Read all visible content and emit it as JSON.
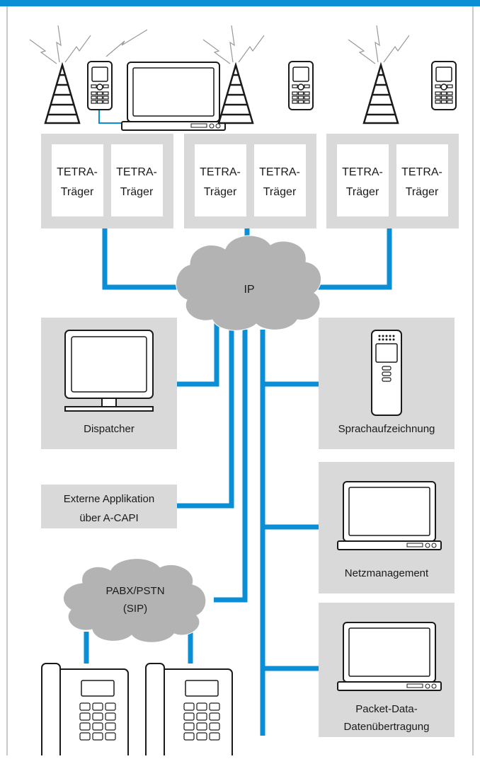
{
  "colors": {
    "accent": "#0a8fd6",
    "box_bg": "#d9d9d9",
    "cloud_bg": "#b3b3b3",
    "frame": "#b7b7b7",
    "icon_stroke": "#1a1a1a"
  },
  "base_stations": [
    {
      "carriers": [
        {
          "line1": "TETRA-",
          "line2": "Träger"
        },
        {
          "line1": "TETRA-",
          "line2": "Träger"
        }
      ]
    },
    {
      "carriers": [
        {
          "line1": "TETRA-",
          "line2": "Träger"
        },
        {
          "line1": "TETRA-",
          "line2": "Träger"
        }
      ]
    },
    {
      "carriers": [
        {
          "line1": "TETRA-",
          "line2": "Träger"
        },
        {
          "line1": "TETRA-",
          "line2": "Träger"
        }
      ]
    }
  ],
  "ip_cloud": {
    "label": "IP"
  },
  "pbx_cloud": {
    "line1": "PABX/PSTN",
    "line2": "(SIP)"
  },
  "dispatcher": {
    "label": "Dispatcher",
    "icon": "monitor-icon"
  },
  "external_app": {
    "line1": "Externe Applikation",
    "line2": "über A-CAPI"
  },
  "voice_recording": {
    "label": "Sprachaufzeichnung",
    "icon": "voice-recorder-icon"
  },
  "network_management": {
    "label": "Netzmanagement",
    "icon": "laptop-icon"
  },
  "packet_data": {
    "line1": "Packet-Data-",
    "line2": "Datenübertragung",
    "icon": "laptop-icon"
  },
  "icons": {
    "tower": "radio-tower-icon",
    "handset": "mobile-handset-icon",
    "laptop": "laptop-icon",
    "desk_phone": "desk-phone-icon"
  }
}
